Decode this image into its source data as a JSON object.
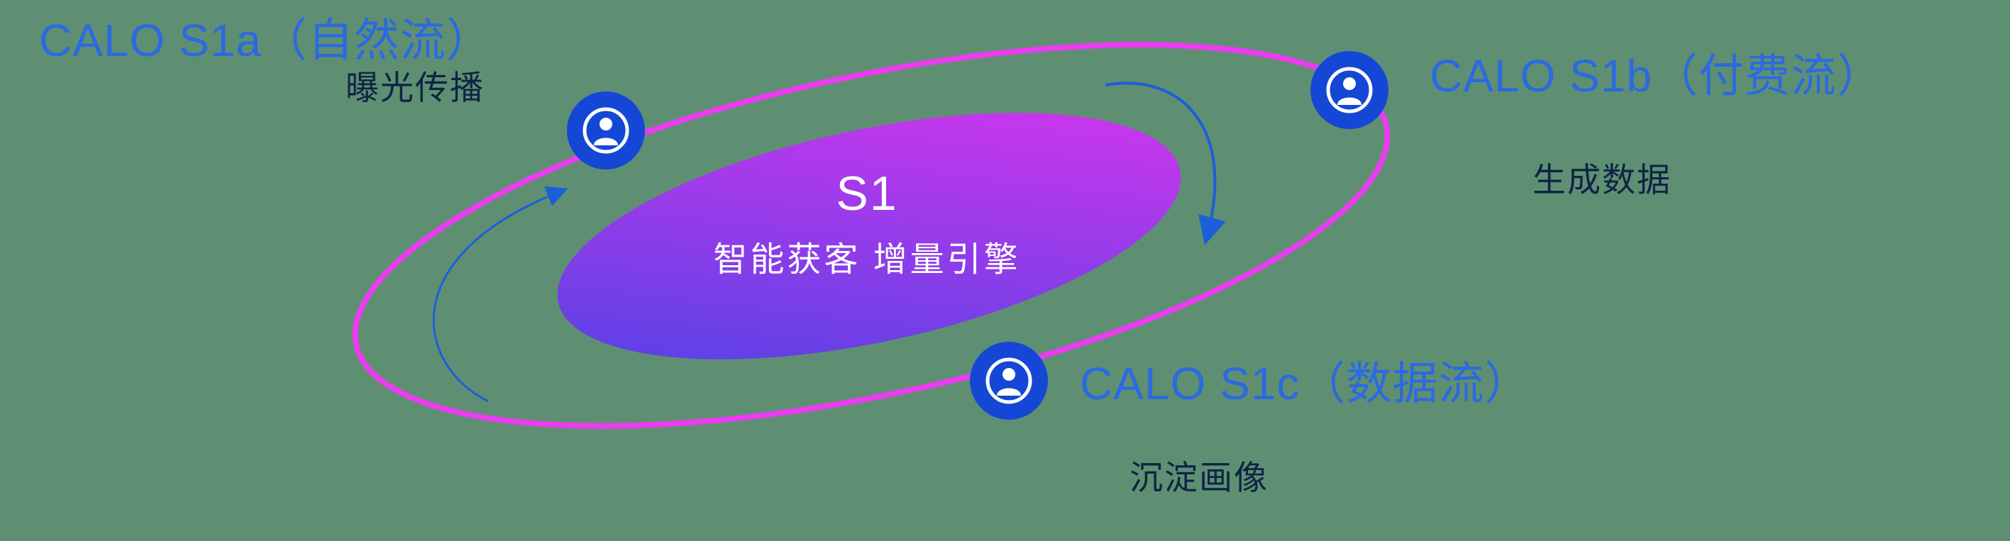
{
  "diagram": {
    "center": {
      "title": "S1",
      "subtitle": "智能获客  增量引擎"
    },
    "nodes": [
      {
        "id": "s1a",
        "title": "CALO S1a（自然流）",
        "subtitle": "曝光传播",
        "icon": "user-icon"
      },
      {
        "id": "s1b",
        "title": "CALO S1b（付费流）",
        "subtitle": "生成数据",
        "icon": "user-icon"
      },
      {
        "id": "s1c",
        "title": "CALO S1c（数据流）",
        "subtitle": "沉淀画像",
        "icon": "user-icon"
      }
    ],
    "colors": {
      "background": "#5f8f72",
      "accent_blue": "#2b6ae0",
      "node_blue": "#1547d6",
      "orbit_magenta": "#ea3cf0",
      "gradient_start": "#4a43e4",
      "gradient_end": "#dd35ee",
      "dark_text": "#0e2444",
      "arrow_blue": "#1b5fd8"
    }
  }
}
